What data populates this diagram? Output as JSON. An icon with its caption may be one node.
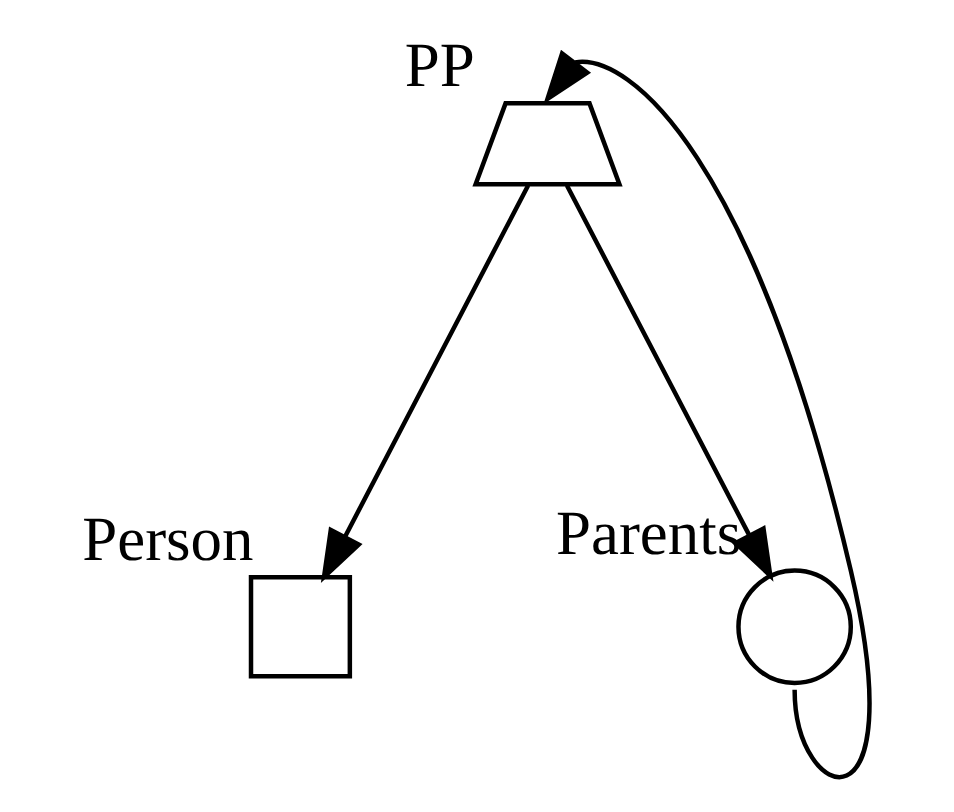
{
  "diagram": {
    "nodes": [
      {
        "text": [],
        "shape": "semicircle",
        "beside": [
          "PP"
        ]
      },
      {
        "text": [],
        "shape": "box",
        "beside": [
          "Person"
        ]
      },
      {
        "text": [],
        "shape": "circle",
        "beside": [
          "Parents"
        ]
      }
    ],
    "edges": [
      {
        "from": 0,
        "to": 1,
        "arrow": "to"
      },
      {
        "from": 0,
        "to": 2,
        "arrow": "to"
      },
      {
        "from": 2,
        "to": 0,
        "arrow": "to"
      }
    ]
  }
}
